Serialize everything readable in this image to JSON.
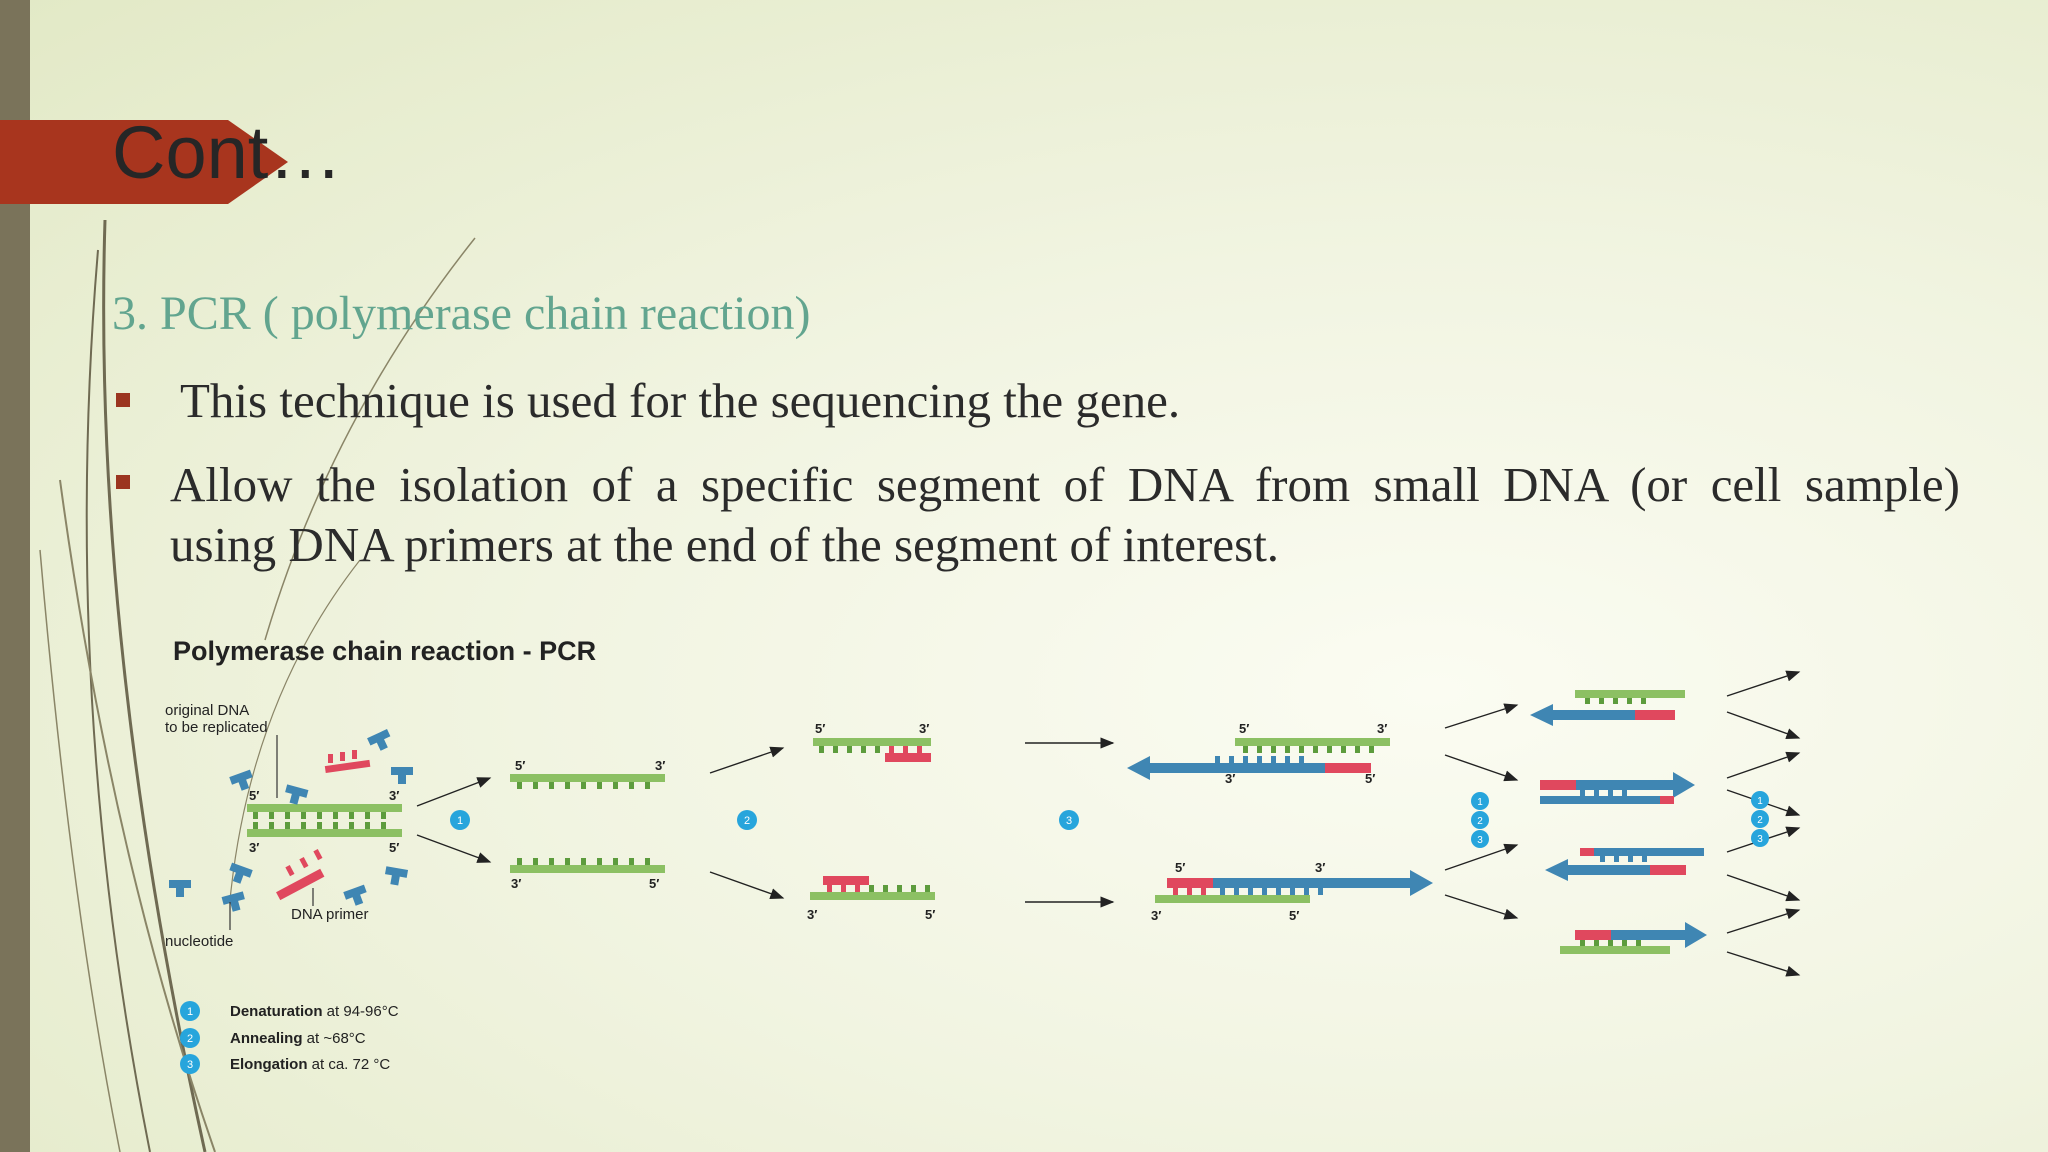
{
  "slide": {
    "title": "Cont…",
    "subtitle": "3. PCR ( polymerase chain reaction)",
    "bullets": [
      "This technique is used for the sequencing the gene.",
      "Allow the isolation of a specific segment of DNA from small DNA (or cell sample)",
      "using DNA primers at the end of the segment of interest."
    ]
  },
  "diagram": {
    "title": "Polymerase chain reaction - PCR",
    "labels": {
      "original_1": "original DNA",
      "original_2": "to be replicated",
      "dna_primer": "DNA primer",
      "nucleotide": "nucleotide",
      "five_prime": "5′",
      "three_prime": "3′"
    },
    "steps": [
      {
        "num": "1",
        "name": "Denaturation",
        "detail": " at 94-96°C"
      },
      {
        "num": "2",
        "name": "Annealing",
        "detail": " at ~68°C"
      },
      {
        "num": "3",
        "name": "Elongation",
        "detail": " at ca. 72 °C"
      }
    ]
  },
  "colors": {
    "accent_red": "#a8351e",
    "subtitle_teal": "#62a58f",
    "strand_green": "#8cc063",
    "strand_blue": "#3f86b3",
    "primer_red": "#e0485e",
    "step_badge": "#27a5dc"
  }
}
